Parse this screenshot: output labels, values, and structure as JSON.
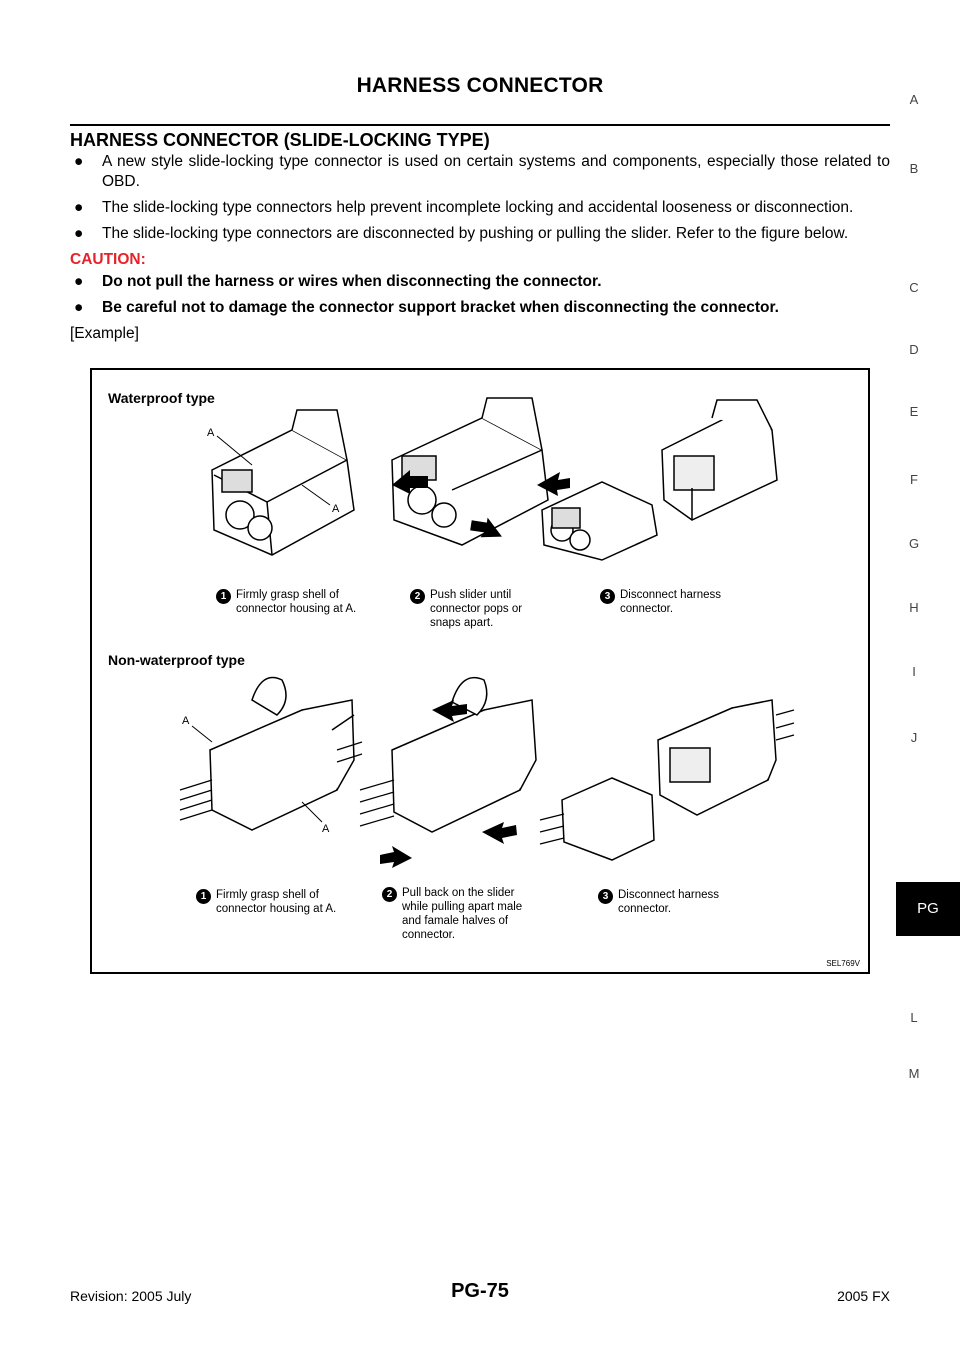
{
  "header": {
    "title": "HARNESS CONNECTOR"
  },
  "section": {
    "title": "HARNESS CONNECTOR (SLIDE-LOCKING TYPE)",
    "bullets": [
      "A new style slide-locking type connector is used on certain systems and components, especially those related to OBD.",
      "The slide-locking type connectors help prevent incomplete locking and accidental looseness or disconnection.",
      "The slide-locking type connectors are disconnected by pushing or pulling the slider. Refer to the figure below."
    ],
    "caution_label": "CAUTION:",
    "caution_items": [
      "Do not pull the harness or wires when disconnecting the connector.",
      "Be careful not to damage the connector support bracket when disconnecting the connector."
    ],
    "example_label": "[Example]"
  },
  "figure": {
    "waterproof": {
      "title": "Waterproof type",
      "label_a": "A",
      "steps": [
        {
          "num": "1",
          "text": "Firmly grasp shell of connector housing at A."
        },
        {
          "num": "2",
          "text": "Push slider until connector pops or snaps apart."
        },
        {
          "num": "3",
          "text": "Disconnect harness connector."
        }
      ]
    },
    "non_waterproof": {
      "title": "Non-waterproof type",
      "label_a": "A",
      "steps": [
        {
          "num": "1",
          "text": "Firmly grasp shell of connector housing at A."
        },
        {
          "num": "2",
          "text": "Pull back on the slider while pulling apart male and famale halves of connector."
        },
        {
          "num": "3",
          "text": "Disconnect harness connector."
        }
      ]
    },
    "figure_id": "SEL769V"
  },
  "side_index": {
    "letters": [
      "A",
      "B",
      "C",
      "D",
      "E",
      "F",
      "G",
      "H",
      "I",
      "J",
      "PG",
      "L",
      "M"
    ],
    "active": "PG"
  },
  "footer": {
    "revision": "Revision: 2005 July",
    "page": "PG-75",
    "model": "2005 FX"
  }
}
